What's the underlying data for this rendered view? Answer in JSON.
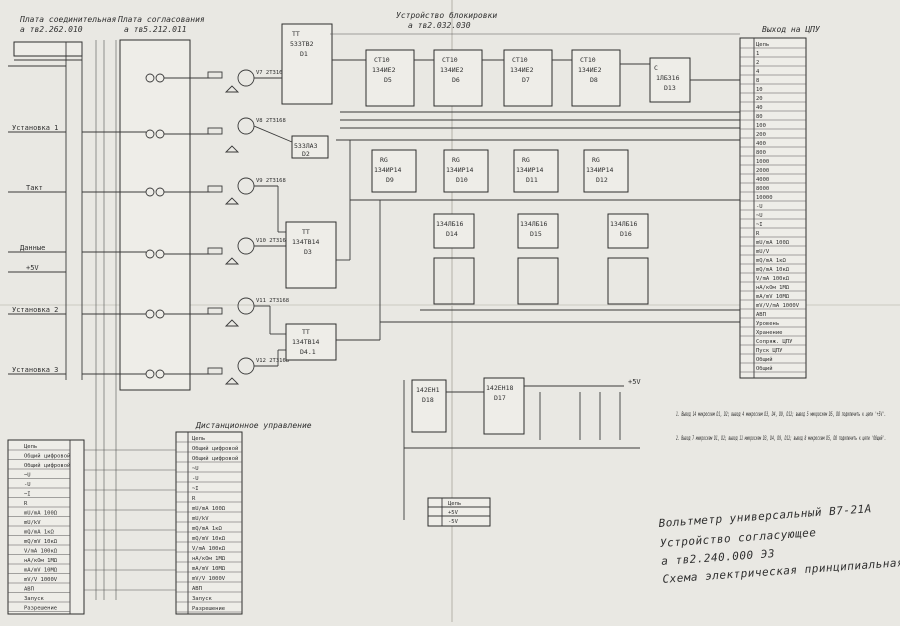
{
  "headers": {
    "left_plate": "Плата соединительная",
    "left_plate_code": "а тв2.262.010",
    "mid_plate": "Плата согласования",
    "mid_plate_code": "а тв5.212.011",
    "device": "Устройство блокировки",
    "device_code": "а тв2.032.030",
    "right_conn": "Выход на ЦПУ",
    "remote": "Дистанционное управление"
  },
  "left_inputs": [
    "Установка 1",
    "Такт",
    "Данные",
    "+5V",
    "Установка 2",
    "Установка 3"
  ],
  "chips_top": [
    {
      "ref": "D1",
      "name": "533ТВ2",
      "type": "TT"
    },
    {
      "ref": "D5",
      "name": "134ИЕ2",
      "type": "CT10"
    },
    {
      "ref": "D6",
      "name": "134ИЕ2",
      "type": "CT10"
    },
    {
      "ref": "D7",
      "name": "134ИЕ2",
      "type": "CT10"
    },
    {
      "ref": "D8",
      "name": "134ИЕ2",
      "type": "CT10"
    },
    {
      "ref": "D13",
      "name": "1ЛБ316",
      "type": "C"
    }
  ],
  "chips_mid": [
    {
      "ref": "D9",
      "name": "134ИР14",
      "type": "RG"
    },
    {
      "ref": "D10",
      "name": "134ИР14",
      "type": "RG"
    },
    {
      "ref": "D11",
      "name": "134ИР14",
      "type": "RG"
    },
    {
      "ref": "D12",
      "name": "134ИР14",
      "type": "RG"
    }
  ],
  "chips_dec": [
    {
      "ref": "D14",
      "name": "134ЛБ16"
    },
    {
      "ref": "D15",
      "name": "134ЛБ16"
    },
    {
      "ref": "D16",
      "name": "134ЛБ16"
    }
  ],
  "chips_left": [
    {
      "ref": "D2",
      "name": "533ЛА3"
    },
    {
      "ref": "D3",
      "name": "134ТВ14",
      "type": "TT"
    },
    {
      "ref": "D4.1",
      "name": "134ТВ14",
      "type": "TT"
    }
  ],
  "transistors": [
    "V7 2Т3168",
    "V8 2Т3168",
    "V9 2Т3168",
    "V10 2Т3168",
    "V11 2Т3168",
    "V12 2Т3168"
  ],
  "power": {
    "d18": "142ЕН1",
    "d17": "142ЕН18",
    "vout": "+5V"
  },
  "right_pins": [
    "Цепь",
    "1",
    "2",
    "4",
    "8",
    "10",
    "20",
    "40",
    "80",
    "100",
    "200",
    "400",
    "800",
    "1000",
    "2000",
    "4000",
    "8000",
    "10000",
    "-U",
    "~U",
    "~I",
    "R",
    "mU/mA 100Ω",
    "mU/V",
    "mQ/mA 1кΩ",
    "mQ/mA 10кΩ",
    "V/mA 100кΩ",
    "нА/кОм 1МΩ",
    "mA/mV 10МΩ",
    "mV/V/mA 1000V",
    "АВП",
    "Уровень",
    "Хранение",
    "Сопряж. ЦПУ",
    "Пуск ЦПУ",
    "Общий",
    "Общий"
  ],
  "remote_pins": [
    "Цепь",
    "Общий цифровой",
    "Общий цифровой",
    "~U",
    "-U",
    "~I",
    "R",
    "mU/mA 100Ω",
    "mU/kV",
    "mQ/mA 1кΩ",
    "mQ/mV 10кΩ",
    "V/mA 100кΩ",
    "нА/кОм 1МΩ",
    "mA/mV 10МΩ",
    "mV/V 1000V",
    "АВП",
    "Запуск",
    "Разрешение"
  ],
  "x2_pins": [
    "Цепь",
    "+5V",
    "-5V"
  ],
  "notes": [
    "1. Вывод 14 микросхем D1, D2; вывод 4 микросхем D3, D4, D9, D12; вывод 5 микросхем D5, D8 подключить к цепи '+5V'.",
    "2. Вывод 7 микросхем D1, D2; вывод 11 микросхем D3, D4, D9, D12; вывод 8 микросхем D5, D8 подключить к цепи 'Общий'."
  ],
  "title_block": [
    "Вольтметр универсальный В7-21А",
    "Устройство согласующее",
    "а тв2.240.000 Э3",
    "Схема электрическая принципиальная"
  ]
}
